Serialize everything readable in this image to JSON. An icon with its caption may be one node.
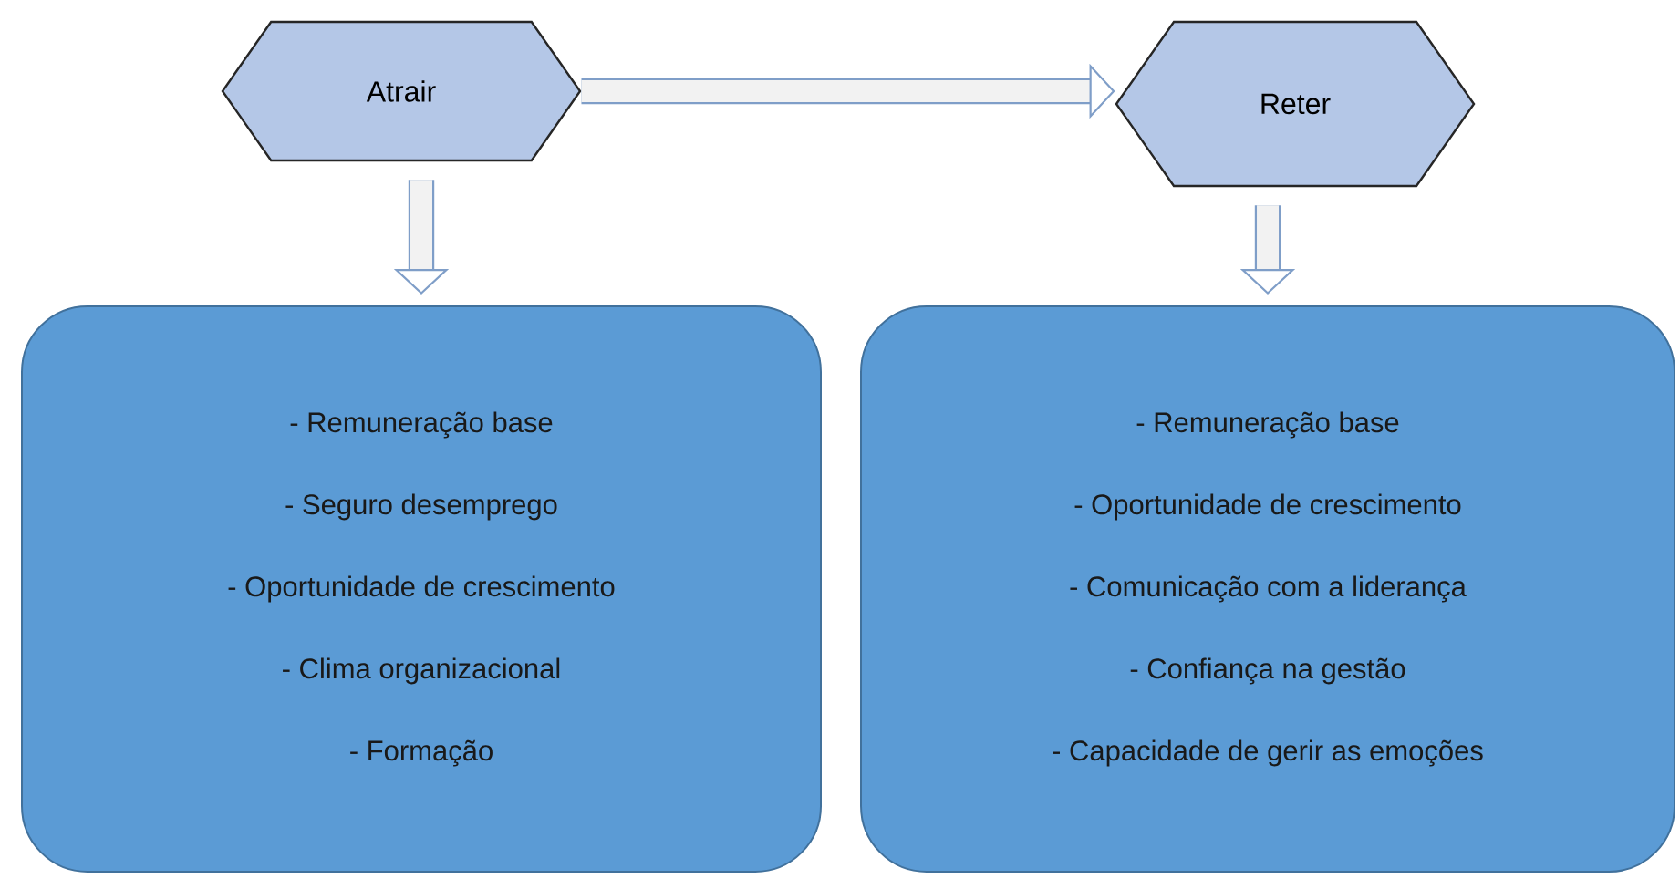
{
  "diagram": {
    "nodes": [
      {
        "text": [
          "Atrair"
        ]
      },
      {
        "text": [
          "Reter"
        ]
      },
      {
        "text": [
          "- Remuneração base",
          "- Seguro desemprego",
          "- Oportunidade de crescimento",
          "- Clima organizacional",
          "- Formação"
        ]
      },
      {
        "text": [
          "- Remuneração base",
          "- Oportunidade de crescimento",
          "- Comunicação com a liderança",
          "- Confiança na gestão",
          "- Capacidade de gerir as emoções"
        ]
      }
    ],
    "edges": [
      {
        "from": 0,
        "to": 1,
        "arrow": "to"
      },
      {
        "from": 0,
        "to": 2,
        "arrow": "to"
      },
      {
        "from": 1,
        "to": 3,
        "arrow": "to"
      }
    ]
  }
}
